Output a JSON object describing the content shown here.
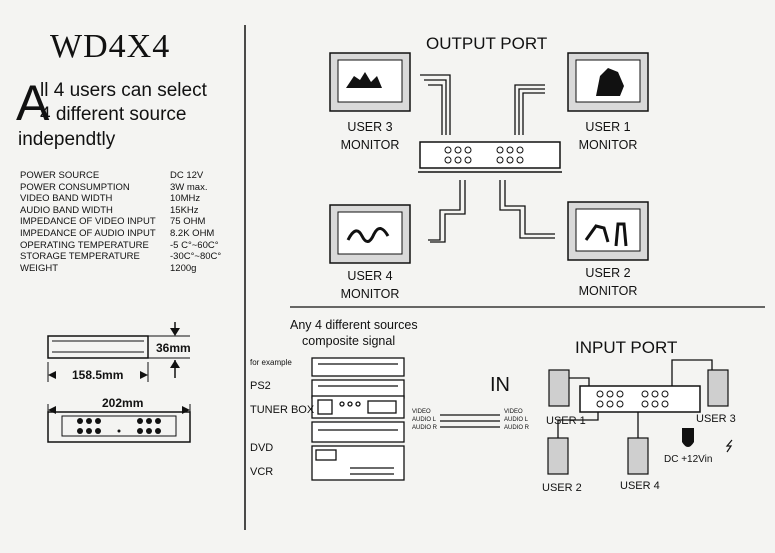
{
  "product": {
    "model": "WD4X4",
    "headline_initial": "A",
    "headline_line1": "ll 4 users can select",
    "headline_line2": "4 different source",
    "headline_line3": "independtly"
  },
  "specs": [
    {
      "label": "POWER SOURCE",
      "value": "DC 12V"
    },
    {
      "label": "POWER CONSUMPTION",
      "value": "3W max."
    },
    {
      "label": "VIDEO BAND WIDTH",
      "value": "10MHz"
    },
    {
      "label": "AUDIO BAND WIDTH",
      "value": "15KHz"
    },
    {
      "label": "IMPEDANCE OF VIDEO INPUT",
      "value": "75 OHM"
    },
    {
      "label": "IMPEDANCE OF AUDIO INPUT",
      "value": "8.2K OHM"
    },
    {
      "label": "OPERATING TEMPERATURE",
      "value": "-5 C°~60C°"
    },
    {
      "label": "STORAGE TEMPERATURE",
      "value": "-30C°~80C°"
    },
    {
      "label": "WEIGHT",
      "value": "1200g"
    }
  ],
  "dimensions": {
    "height": "36mm",
    "depth": "158.5mm",
    "width": "202mm"
  },
  "output": {
    "title": "OUTPUT PORT",
    "user3": "USER 3",
    "user1": "USER 1",
    "user4": "USER 4",
    "user2": "USER 2",
    "monitor": "MONITOR"
  },
  "sources": {
    "heading1": "Any 4 different sources",
    "heading2": "composite signal",
    "example": "for example",
    "ps2": "PS2",
    "tuner": "TUNER BOX",
    "dvd": "DVD",
    "vcr": "VCR"
  },
  "cable": {
    "in": "IN",
    "video": "VIDEO",
    "audio_l": "AUDIO L",
    "audio_r": "AUDIO R"
  },
  "input": {
    "title": "INPUT PORT",
    "user1": "USER 1",
    "user2": "USER 2",
    "user3": "USER 3",
    "user4": "USER 4",
    "dc": "DC +12Vin"
  }
}
